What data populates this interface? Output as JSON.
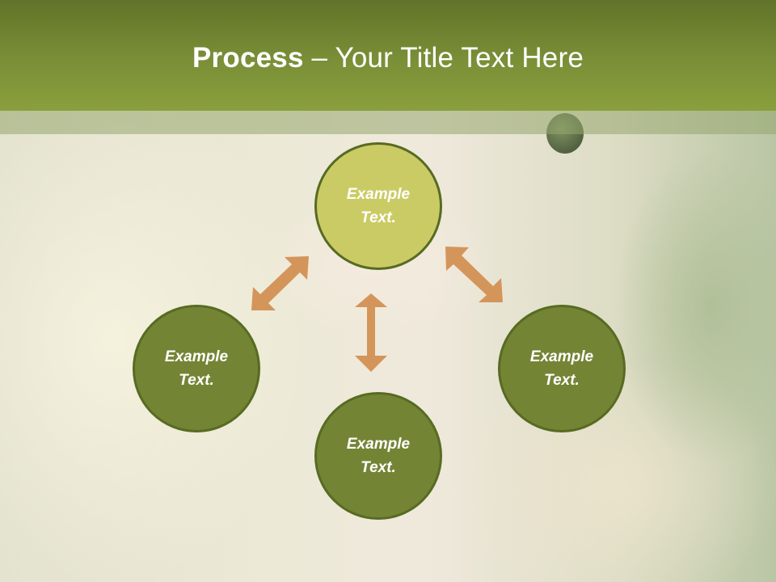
{
  "slide": {
    "title_bold": "Process",
    "title_rest": " – Your Title Text Here"
  },
  "diagram": {
    "nodes": [
      {
        "id": "top",
        "label_line1": "Example",
        "label_line2": "Text.",
        "fill": "#cbcb66"
      },
      {
        "id": "left",
        "label_line1": "Example",
        "label_line2": "Text.",
        "fill": "#738535"
      },
      {
        "id": "right",
        "label_line1": "Example",
        "label_line2": "Text.",
        "fill": "#738535"
      },
      {
        "id": "bottom",
        "label_line1": "Example",
        "label_line2": "Text.",
        "fill": "#738535"
      }
    ],
    "arrows": [
      {
        "from": "top",
        "to": "left",
        "type": "double-arrow"
      },
      {
        "from": "top",
        "to": "right",
        "type": "double-arrow"
      },
      {
        "from": "top",
        "to": "bottom",
        "type": "double-arrow"
      }
    ],
    "colors": {
      "title_bar": "#7a8f37",
      "node_border": "#576b22",
      "arrow": "#d4955a"
    }
  }
}
